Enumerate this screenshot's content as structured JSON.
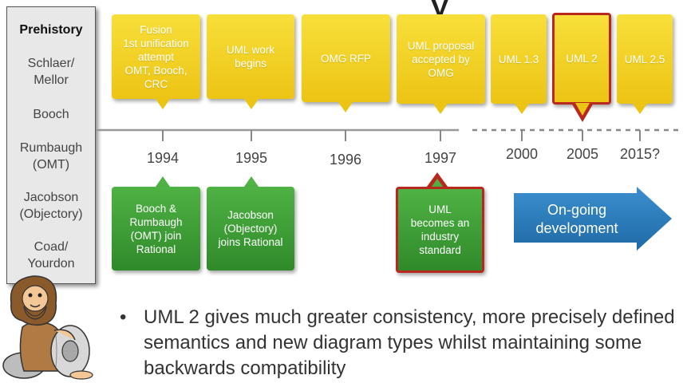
{
  "title_fragment": "y",
  "sidebar": {
    "items": [
      {
        "label": "Prehistory",
        "bold": true
      },
      {
        "label": "Schlaer/\nMellor"
      },
      {
        "label": "Booch"
      },
      {
        "label": "Rumbaugh\n(OMT)"
      },
      {
        "label": "Jacobson\n(Objectory)"
      },
      {
        "label": "Coad/\nYourdon"
      }
    ]
  },
  "timeline": {
    "years": [
      "1994",
      "1995",
      "1996",
      "1997",
      "2000",
      "2005",
      "2015?"
    ],
    "top_callouts": [
      {
        "text": "Fusion\n1st unification\nattempt\nOMT, Booch,\nCRC"
      },
      {
        "text": "UML work\nbegins"
      },
      {
        "text": "OMG RFP"
      },
      {
        "text": "UML proposal\naccepted by\nOMG"
      },
      {
        "text": "UML 1.3"
      },
      {
        "text": "UML 2",
        "highlight": true
      },
      {
        "text": "UML 2.5"
      }
    ],
    "bottom_callouts": [
      {
        "text": "Booch &\nRumbaugh\n(OMT) join\nRational"
      },
      {
        "text": "Jacobson\n(Objectory)\njoins Rational"
      },
      {
        "text": "UML\nbecomes an\nindustry\nstandard",
        "highlight": true
      }
    ],
    "arrow_label": "On-going\ndevelopment"
  },
  "bullet": {
    "symbol": "•",
    "text": "UML 2 gives much greater consistency, more precisely defined semantics and new diagram types whilst maintaining some backwards compatibility"
  },
  "colors": {
    "callout_yellow": "#ecc414",
    "callout_green": "#2f8a2a",
    "highlight_border": "#b8281c",
    "arrow_blue": "#2a78b4"
  }
}
